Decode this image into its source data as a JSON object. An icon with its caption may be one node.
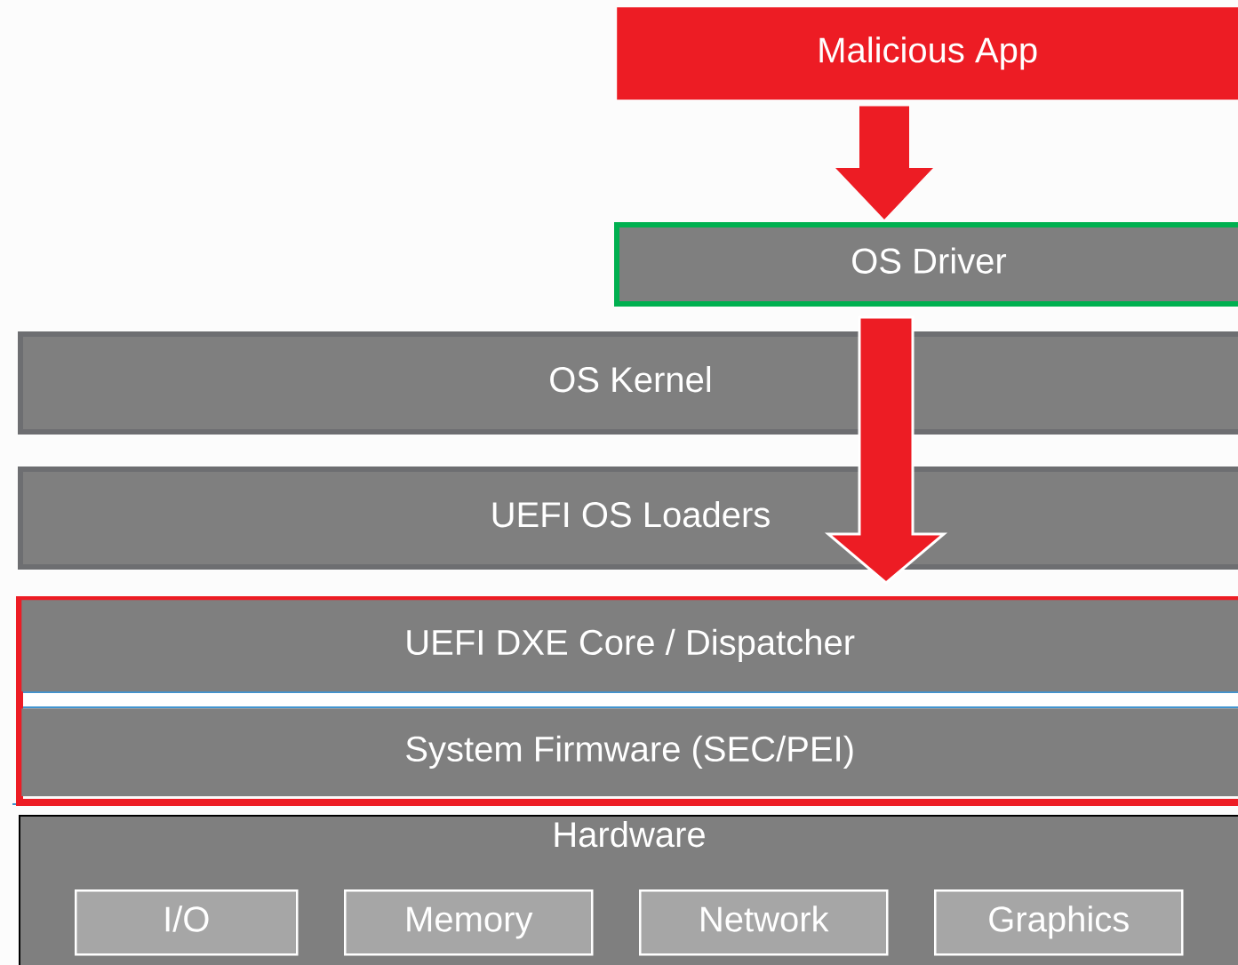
{
  "diagram": {
    "nodes": [
      {
        "text": [
          "Malicious App"
        ]
      },
      {
        "text": [
          "OS Driver"
        ]
      },
      {
        "text": [
          "OS Kernel"
        ]
      },
      {
        "text": [
          "UEFI OS Loaders"
        ]
      },
      {
        "text": [],
        "shape": "box"
      },
      {
        "text": [
          "UEFI DXE Core / Dispatcher"
        ],
        "in": 4
      },
      {
        "text": [
          "System Firmware (SEC/PEI)"
        ],
        "in": 4
      },
      {
        "text": [
          "Hardware"
        ]
      },
      {
        "text": [
          "I/O"
        ],
        "in": 7
      },
      {
        "text": [
          "Memory"
        ],
        "in": 7
      },
      {
        "text": [
          "Network"
        ],
        "in": 7
      },
      {
        "text": [
          "Graphics"
        ],
        "in": 7
      }
    ],
    "edges": [
      {
        "from": 0,
        "to": 1,
        "arrow": "to",
        "style": "thick",
        "color": "#ed1c24"
      },
      {
        "from": 1,
        "to": 4,
        "arrow": "to",
        "style": "thick",
        "color": "#ed1c24"
      }
    ]
  }
}
